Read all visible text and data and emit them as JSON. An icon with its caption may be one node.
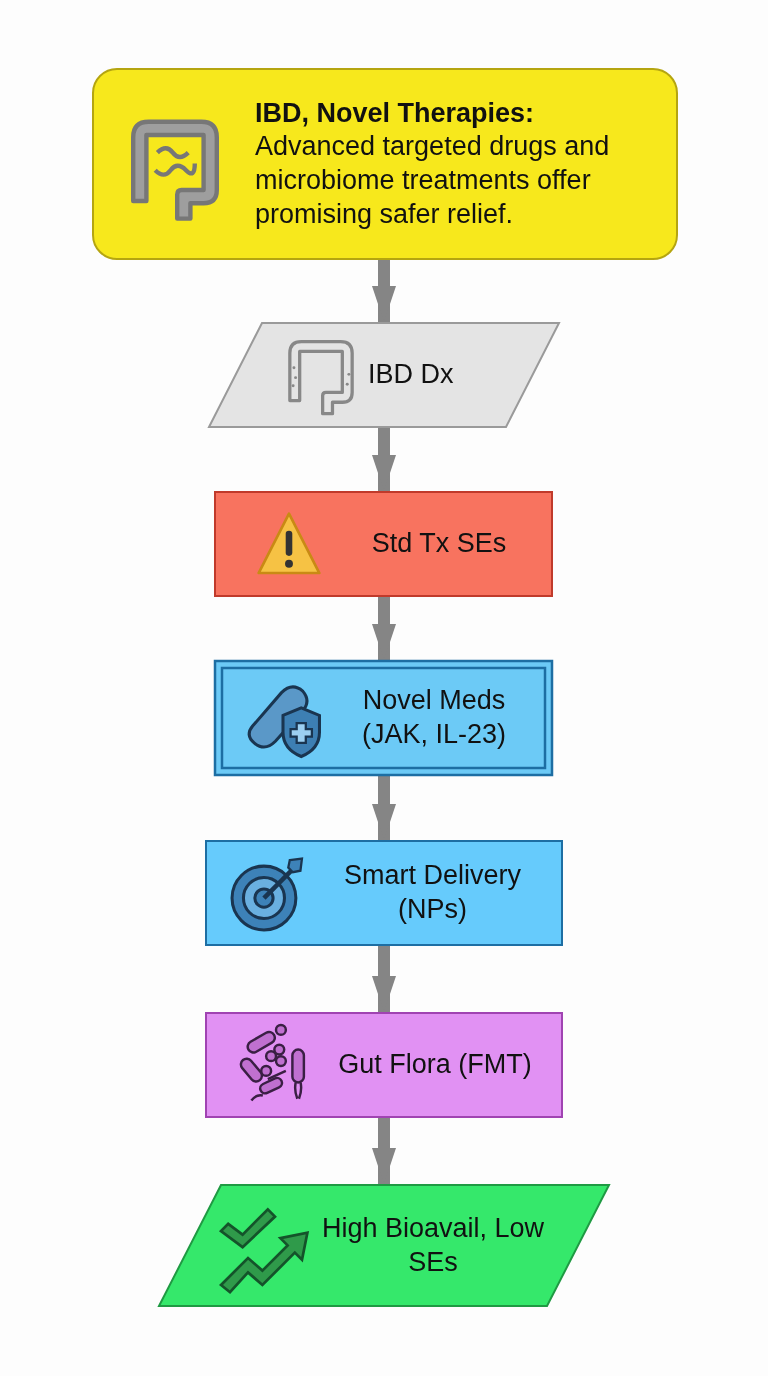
{
  "diagram": {
    "nodes": [
      {
        "text": [
          "IBD, Novel Therapies:",
          "Advanced targeted drugs and microbiome treatments offer promising safer relief."
        ]
      },
      {
        "text": [
          "IBD Dx"
        ]
      },
      {
        "text": [
          "Std Tx SEs"
        ]
      },
      {
        "text": [
          "Novel Meds (JAK, IL-23)"
        ]
      },
      {
        "text": [
          "Smart Delivery (NPs)"
        ]
      },
      {
        "text": [
          "Gut Flora (FMT)"
        ]
      },
      {
        "text": [
          "High Bioavail, Low SEs"
        ]
      }
    ],
    "edges": [
      {
        "from": 0,
        "to": 1,
        "arrow": "to"
      },
      {
        "from": 1,
        "to": 2,
        "arrow": "to"
      },
      {
        "from": 2,
        "to": 3,
        "arrow": "to"
      },
      {
        "from": 3,
        "to": 4,
        "arrow": "to"
      },
      {
        "from": 4,
        "to": 5,
        "arrow": "to"
      },
      {
        "from": 5,
        "to": 6,
        "arrow": "to"
      }
    ]
  }
}
